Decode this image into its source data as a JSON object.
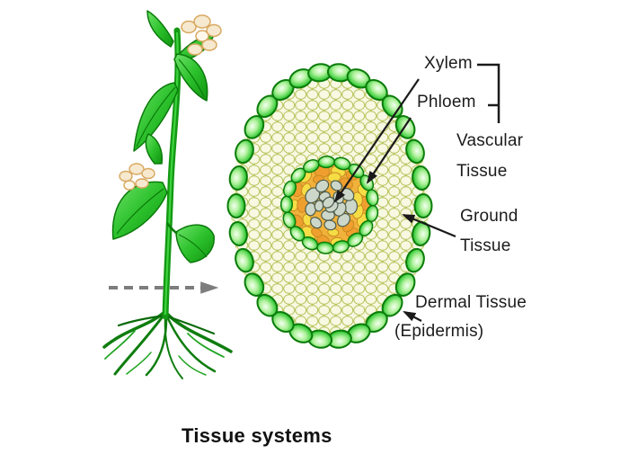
{
  "diagram": {
    "title": "Tissue systems",
    "illustrations": {
      "plant": "flowering-plant-with-roots",
      "cross_section": "plant-stem-cross-section"
    },
    "callouts": {
      "xylem": "Xylem",
      "phloem": "Phloem",
      "vascular_tissue": {
        "line1": "Vascular",
        "line2": "Tissue"
      },
      "ground_tissue": {
        "line1": "Ground",
        "line2": "Tissue"
      },
      "dermal_tissue": {
        "line1": "Dermal Tissue",
        "line2": "(Epidermis)"
      }
    },
    "colors": {
      "background": "#ffffff",
      "label_text": "#1c1c1c",
      "callout_line": "#1a1a1a",
      "section_cut_arrow": "#7d7d7d",
      "cell_green_edge": "#0a7c0a",
      "ground_base": "#edf2c4",
      "ground_cell_fill": "#f7f9e2",
      "ground_cell_stroke": "#b9c45f",
      "bundle_base": "#f1b23c",
      "bundle_base_edge": "#d89a28",
      "phloem_orange": "#ef9f2e",
      "phloem_yellow": "#f6dd45",
      "phloem_cell_stroke": "#c98a20",
      "xylem_gray_fill": "#cdd7c9",
      "xylem_gray_stroke": "#4d5d4d",
      "flower_cream": "#f6e9cf",
      "flower_edge": "#d8a860",
      "leaf_edge": "#0b7a0b",
      "stem_green": "#149914"
    }
  }
}
